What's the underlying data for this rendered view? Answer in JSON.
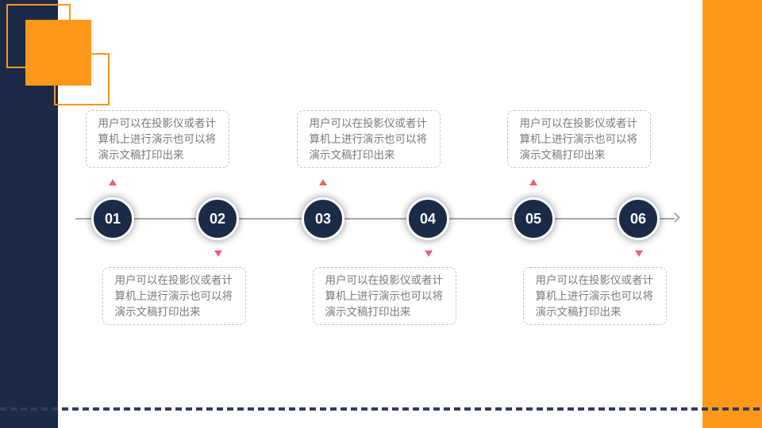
{
  "colors": {
    "navy": "#1b2a47",
    "orange": "#fd981b",
    "marker": "#e8636f",
    "line": "#a9a9a9",
    "text": "#7a7a7a"
  },
  "timeline": {
    "steps": [
      {
        "number": "01",
        "text": "用户可以在投影仪或者计算机上进行演示也可以将演示文稿打印出来"
      },
      {
        "number": "02",
        "text": "用户可以在投影仪或者计算机上进行演示也可以将演示文稿打印出来"
      },
      {
        "number": "03",
        "text": "用户可以在投影仪或者计算机上进行演示也可以将演示文稿打印出来"
      },
      {
        "number": "04",
        "text": "用户可以在投影仪或者计算机上进行演示也可以将演示文稿打印出来"
      },
      {
        "number": "05",
        "text": "用户可以在投影仪或者计算机上进行演示也可以将演示文稿打印出来"
      },
      {
        "number": "06",
        "text": "用户可以在投影仪或者计算机上进行演示也可以将演示文稿打印出来"
      }
    ]
  }
}
